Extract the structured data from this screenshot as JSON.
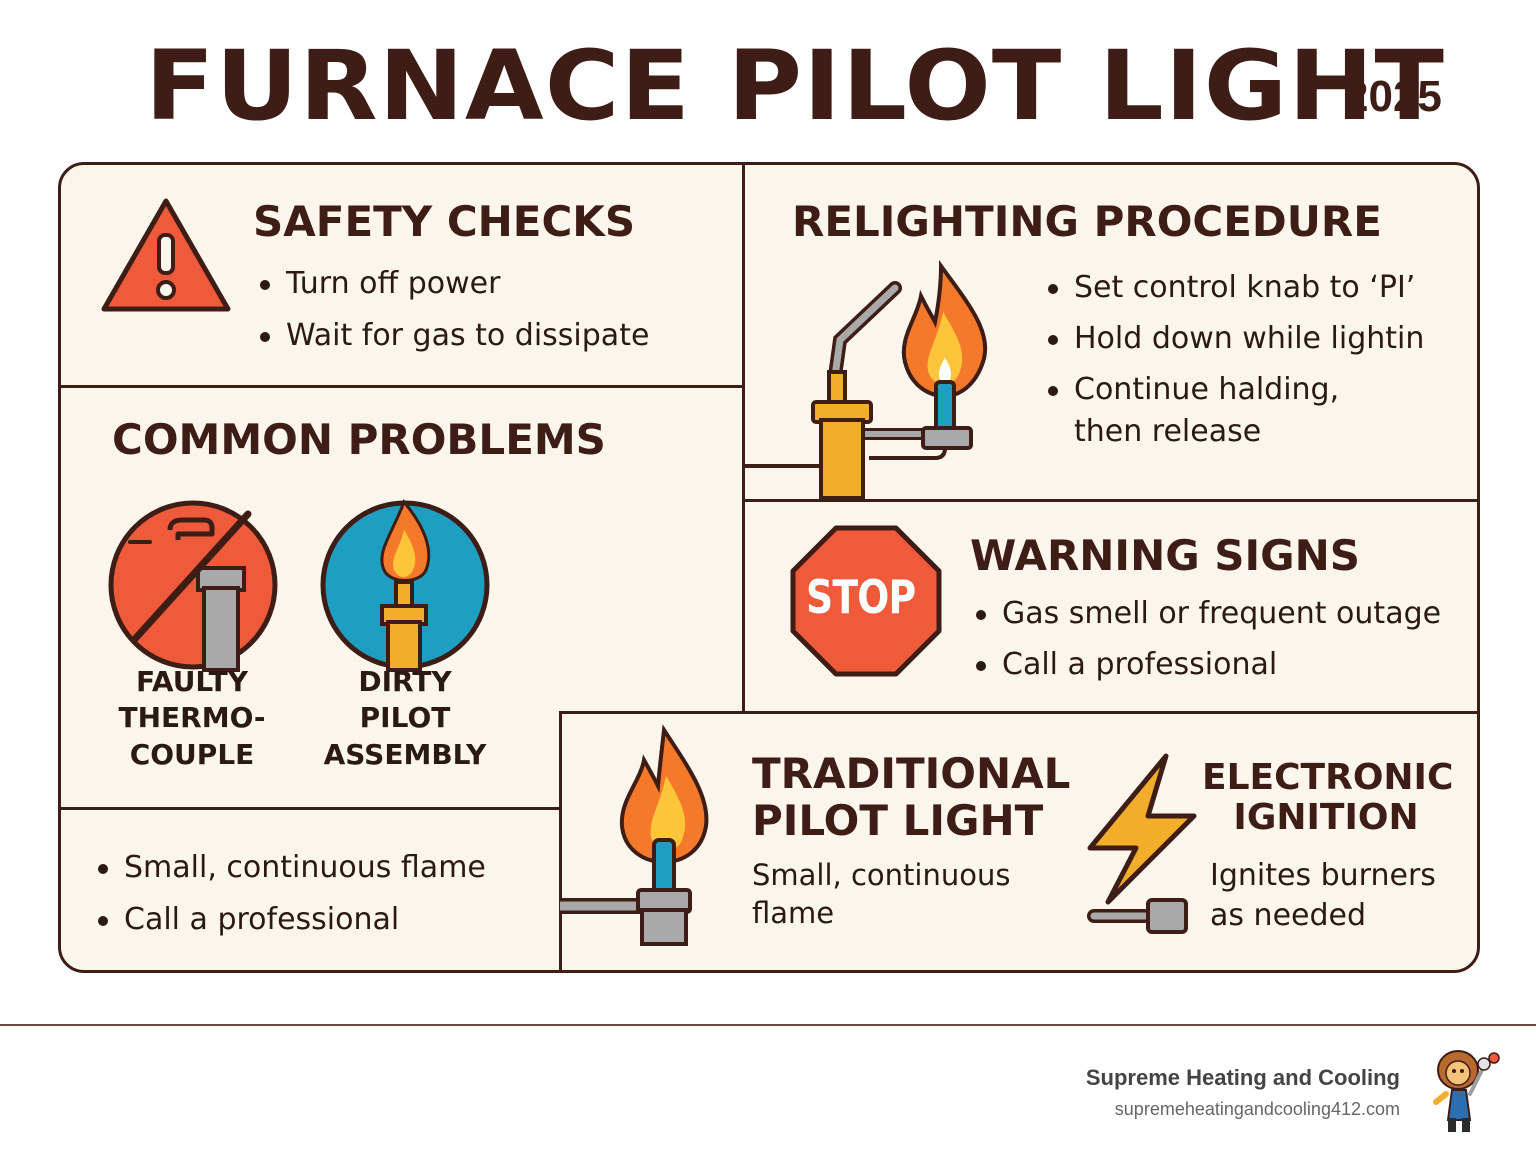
{
  "header": {
    "title": "FURNACE PILOT LIGHT",
    "year": "2025"
  },
  "safety": {
    "heading": "SAFETY CHECKS",
    "items": [
      "Turn off power",
      "Wait for gas to dissipate"
    ]
  },
  "relighting": {
    "heading": "RELIGHTING PROCEDURE",
    "items": [
      "Set control knab to ‘PI’",
      "Hold down while lightin",
      "Continue halding,",
      "then release"
    ]
  },
  "problems": {
    "heading": "COMMON PROBLEMS",
    "problem_1": [
      "FAULTY",
      "THERMO-",
      "COUPLE"
    ],
    "problem_2": [
      "DIRTY",
      "PILOT",
      "ASSEMBLY"
    ]
  },
  "warning": {
    "heading": "WARNING SIGNS",
    "stop_label": "STOP",
    "items": [
      "Gas smell or frequent outage",
      "Call a professional"
    ]
  },
  "bottom_left": {
    "items": [
      "Small, continuous flame",
      "Call a professional"
    ]
  },
  "traditional": {
    "heading": [
      "TRADITIONAL",
      "PILOT LIGHT"
    ],
    "desc": [
      "Small, continuous",
      "flame"
    ]
  },
  "electronic": {
    "heading": [
      "ELECTRONIC",
      "IGNITION"
    ],
    "desc": [
      "Ignites burners",
      "as needed"
    ]
  },
  "footer": {
    "brand": "Supreme Heating and Cooling",
    "url": "supremeheatingandcooling412.com"
  },
  "colors": {
    "dark_brown": "#3d1d16",
    "panel_bg": "#fbf6ec",
    "orange_red": "#ef5a3a",
    "flame_orange": "#f5792a",
    "flame_yellow": "#ffc53a",
    "teal": "#1e9fc1",
    "gold": "#f2ad2a",
    "gray": "#9e9e9e"
  },
  "icons": [
    "warning-triangle-icon",
    "pilot-burner-icon",
    "no-thermocouple-icon",
    "dirty-pilot-icon",
    "stop-sign-icon",
    "flame-burner-icon",
    "lightning-bolt-icon",
    "mascot-icon"
  ]
}
